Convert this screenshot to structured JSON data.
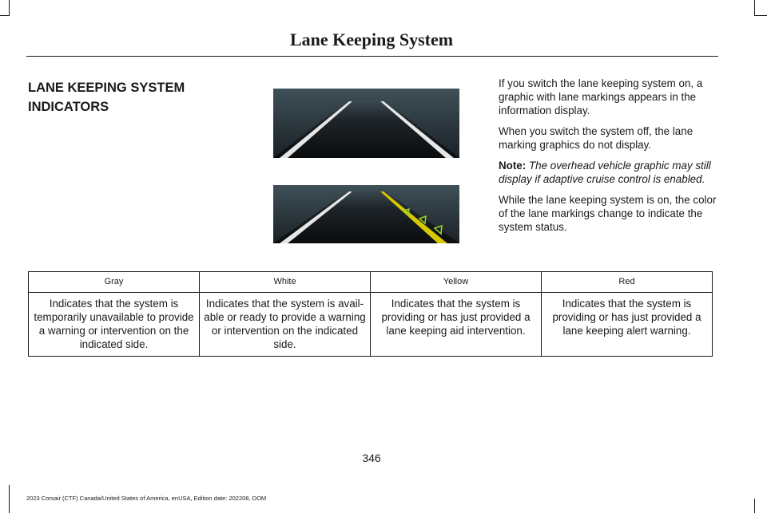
{
  "header": {
    "title": "Lane Keeping System"
  },
  "section": {
    "heading_line1": "LANE KEEPING SYSTEM",
    "heading_line2": "INDICATORS"
  },
  "paragraphs": {
    "p1": "If you switch the lane keeping system on, a graphic with lane markings appears in the information display.",
    "p2": "When you switch the system off, the lane marking graphics do not display.",
    "note_label": "Note:",
    "note_text": "The overhead vehicle graphic may still display if adaptive cruise control is enabled.",
    "p3": "While the lane keeping system is on, the color of the lane markings change to indicate the system status."
  },
  "table": {
    "headers": [
      "Gray",
      "White",
      "Yellow",
      "Red"
    ],
    "rows": [
      [
        "Indicates that the system is temporarily unavailable to provide a warning or intervention on the indicated side.",
        "Indicates that the system is avail-able or ready to provide a warning or intervention on the indicated side.",
        "Indicates that the system is providing or has just provided a lane keeping aid intervention.",
        "Indicates that the system is providing or has just provided a lane keeping alert warning."
      ]
    ]
  },
  "colors": {
    "lane_white": "#e6e6e6",
    "lane_yellow": "#d8c800",
    "lane_green": "#9ccf2a"
  },
  "page_number": "346",
  "footer": "2023 Corsair (CTF) Canada/United States of America, enUSA, Edition date: 202208, DOM"
}
